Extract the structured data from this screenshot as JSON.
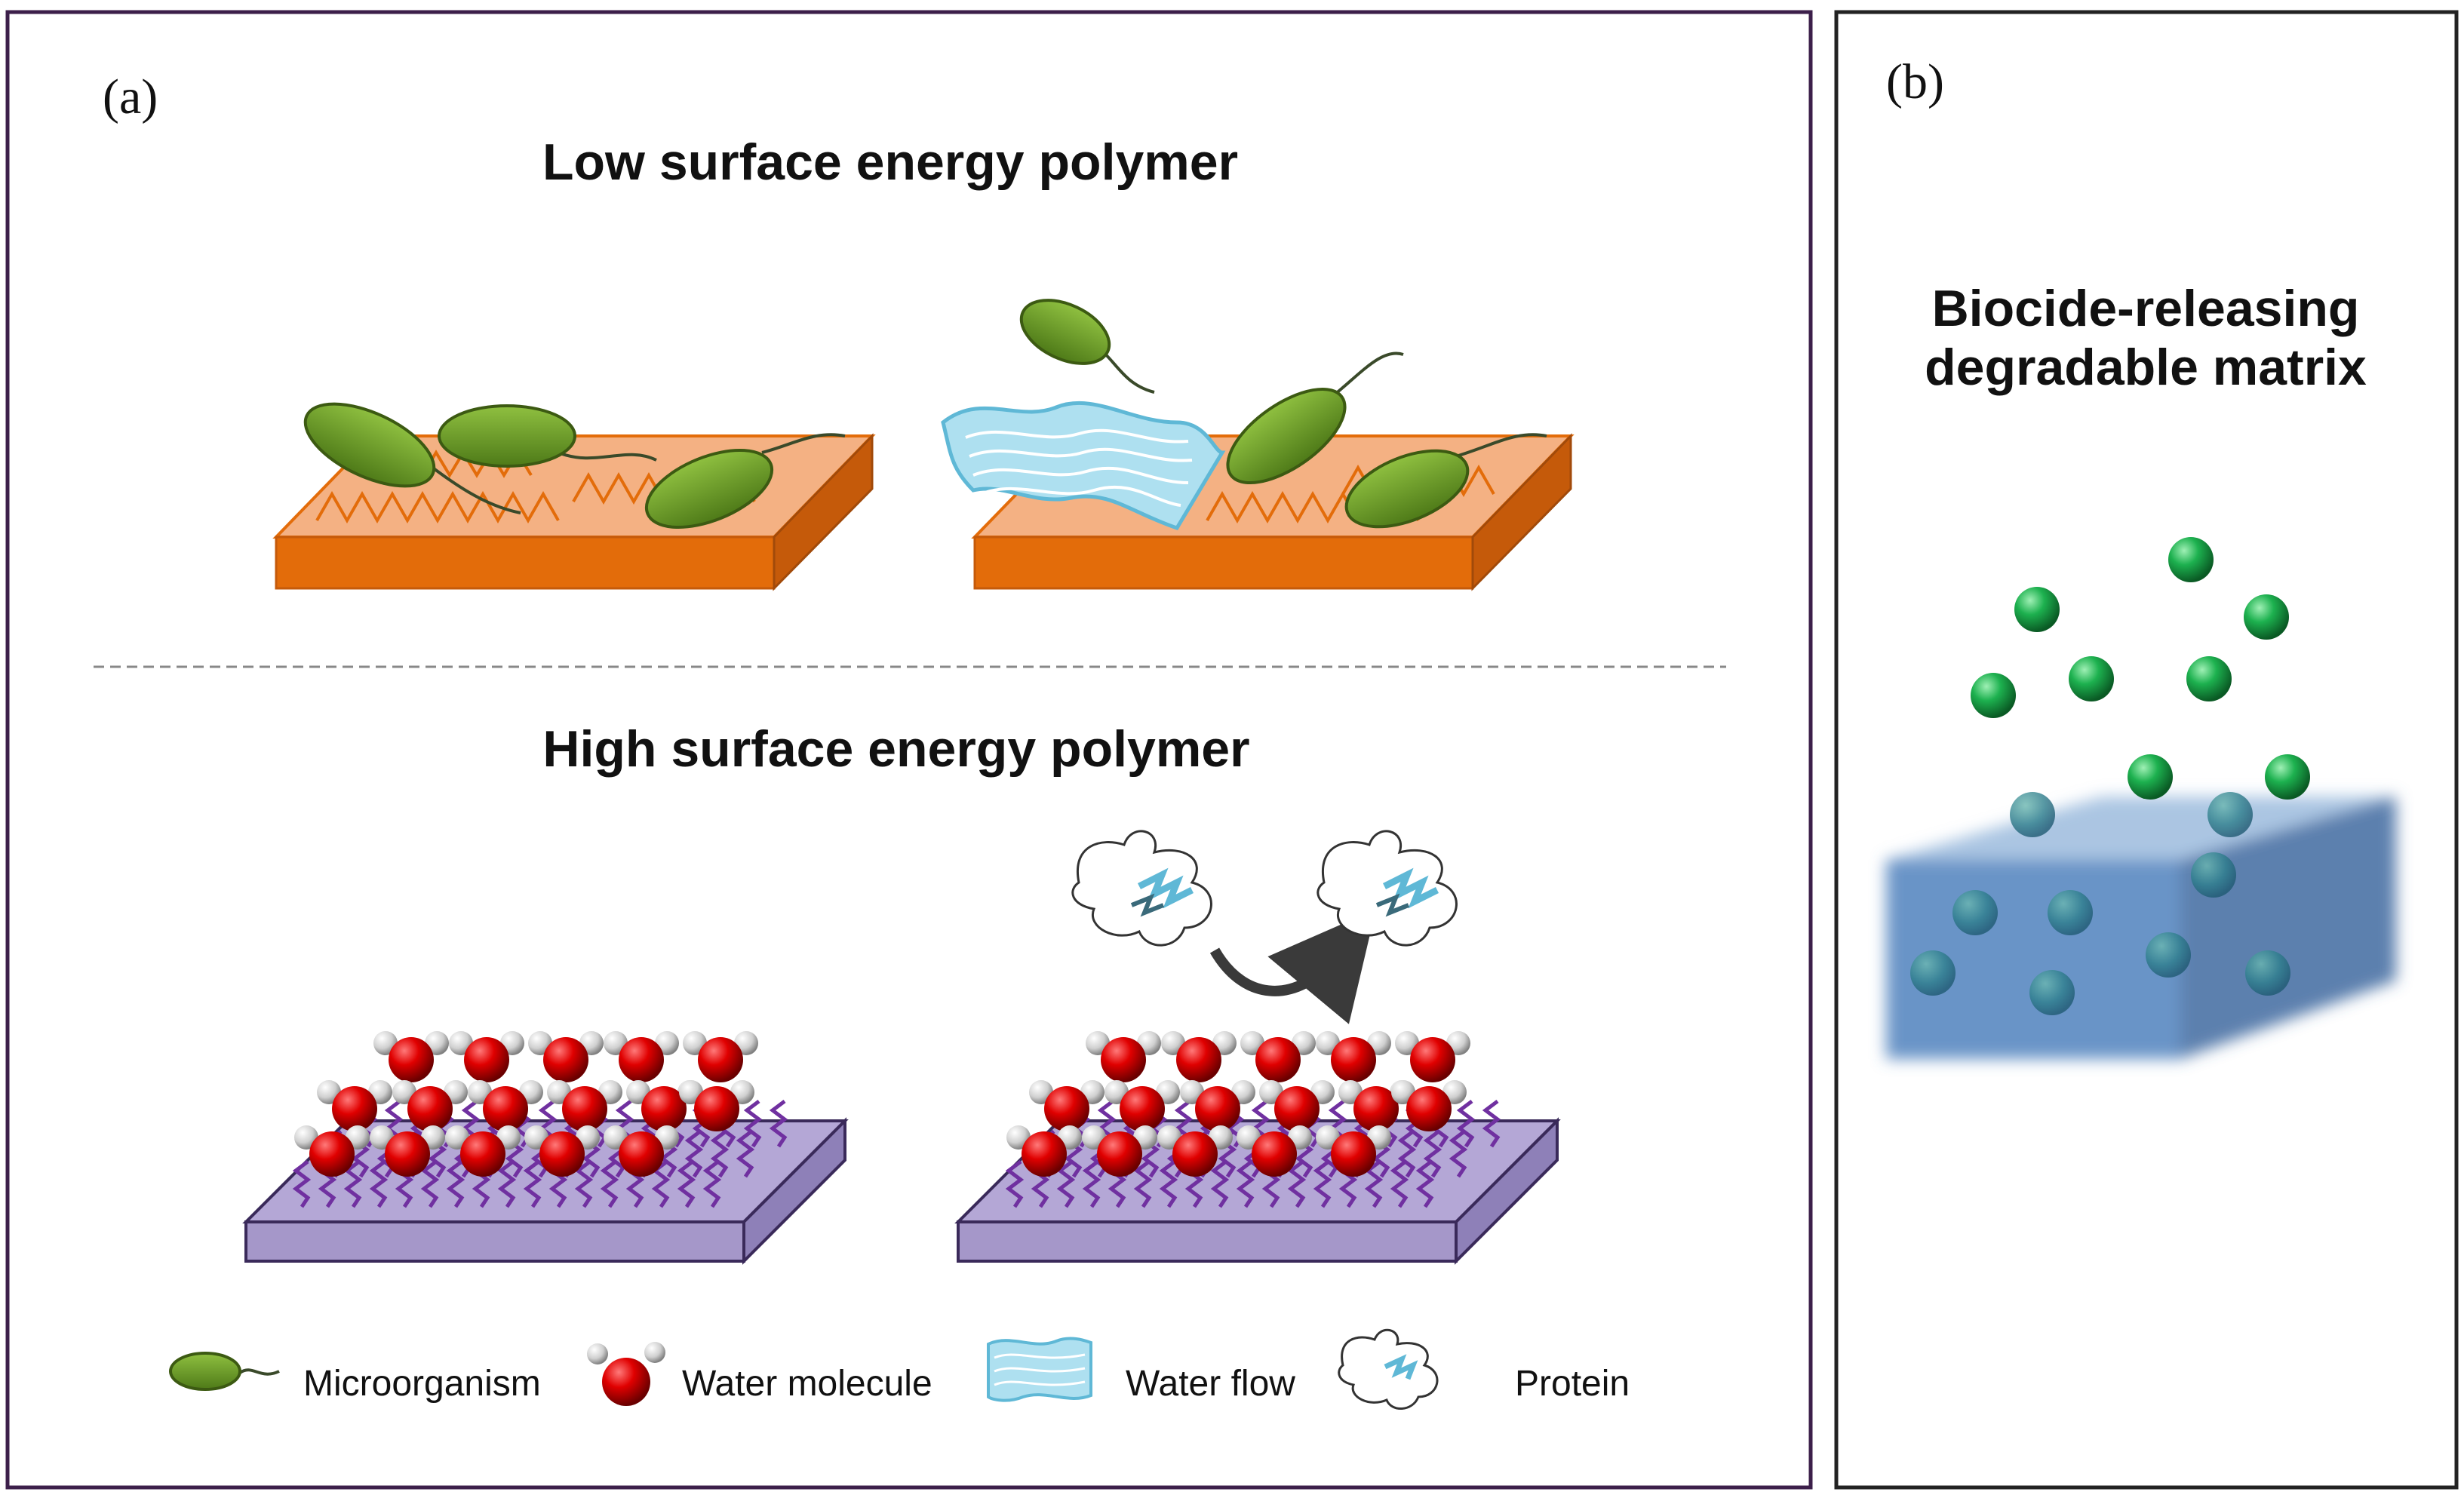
{
  "panel_a": {
    "label": "(a)",
    "title_low": "Low surface energy polymer",
    "title_high": "High surface energy polymer",
    "legend": {
      "microorganism": "Microorganism",
      "water_molecule": "Water molecule",
      "water_flow": "Water flow",
      "protein": "Protein"
    }
  },
  "panel_b": {
    "label": "(b)",
    "title_line1": "Biocide-releasing",
    "title_line2": "degradable matrix"
  },
  "colors": {
    "frame": "#3c1f4a",
    "microorganism": "#6a9a2a",
    "orange_slab": "#f4b183",
    "orange_edge": "#e36c0a",
    "purple_slab": "#b4a7d6",
    "purple_chain": "#7030a0",
    "water_oxygen": "#cc0000",
    "water_hydrogen": "#d9d9d9",
    "water_flow": "#aee0f0",
    "biocide": "#1a9c4a",
    "matrix": "#4f81bd"
  }
}
